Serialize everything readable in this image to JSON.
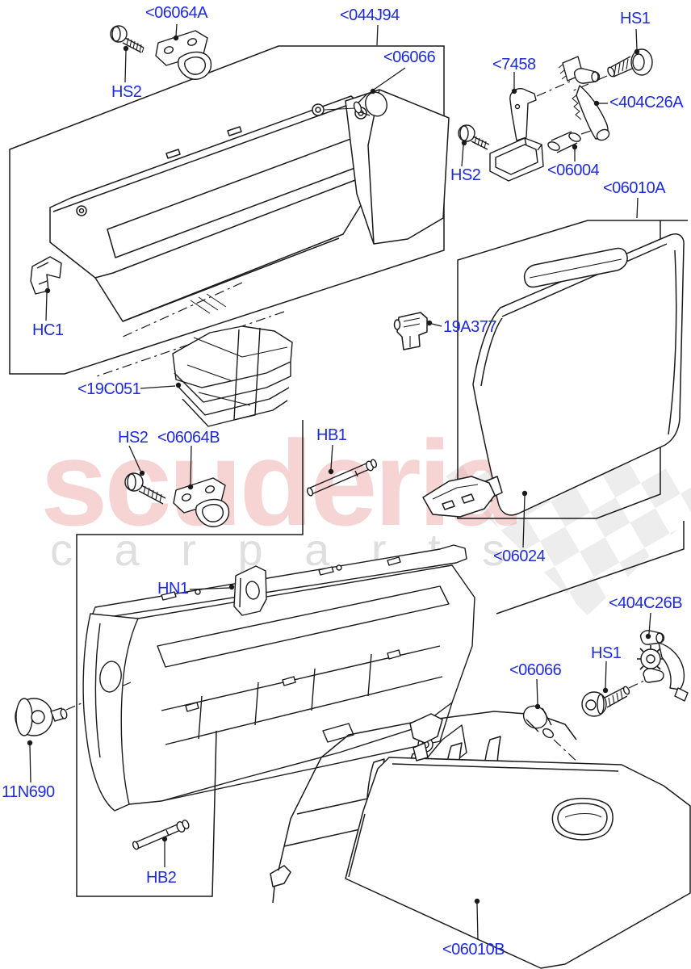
{
  "watermark": {
    "brand": "scuderia",
    "tagline": "c a r   p a r t s"
  },
  "colors": {
    "label_blue": "#1f2bdb",
    "line_black": "#1a1a1a",
    "watermark_red": "#e98f8f",
    "watermark_gray": "#b9b9b9",
    "flag_gray": "#dedede",
    "background": "#ffffff"
  },
  "labels": [
    {
      "id": "06064A",
      "text": "<06064A"
    },
    {
      "id": "044J94",
      "text": "<044J94"
    },
    {
      "id": "HS2-top",
      "text": "HS2"
    },
    {
      "id": "06066-top",
      "text": "<06066"
    },
    {
      "id": "7458",
      "text": "<7458"
    },
    {
      "id": "HS1-top",
      "text": "HS1"
    },
    {
      "id": "404C26A",
      "text": "<404C26A"
    },
    {
      "id": "HS2-mid",
      "text": "HS2"
    },
    {
      "id": "06004",
      "text": "<06004"
    },
    {
      "id": "06010A",
      "text": "<06010A"
    },
    {
      "id": "HC1",
      "text": "HC1"
    },
    {
      "id": "19C051",
      "text": "<19C051"
    },
    {
      "id": "HS2-bottom",
      "text": "HS2"
    },
    {
      "id": "06064B",
      "text": "<06064B"
    },
    {
      "id": "HB1",
      "text": "HB1"
    },
    {
      "id": "19A377",
      "text": "19A377"
    },
    {
      "id": "06024",
      "text": "<06024"
    },
    {
      "id": "HN1",
      "text": "HN1"
    },
    {
      "id": "404C26B",
      "text": "<404C26B"
    },
    {
      "id": "HS1-bottom",
      "text": "HS1"
    },
    {
      "id": "06066-bottom",
      "text": "<06066"
    },
    {
      "id": "11N690",
      "text": "11N690"
    },
    {
      "id": "HB2",
      "text": "HB2"
    },
    {
      "id": "06010B",
      "text": "<06010B"
    }
  ]
}
